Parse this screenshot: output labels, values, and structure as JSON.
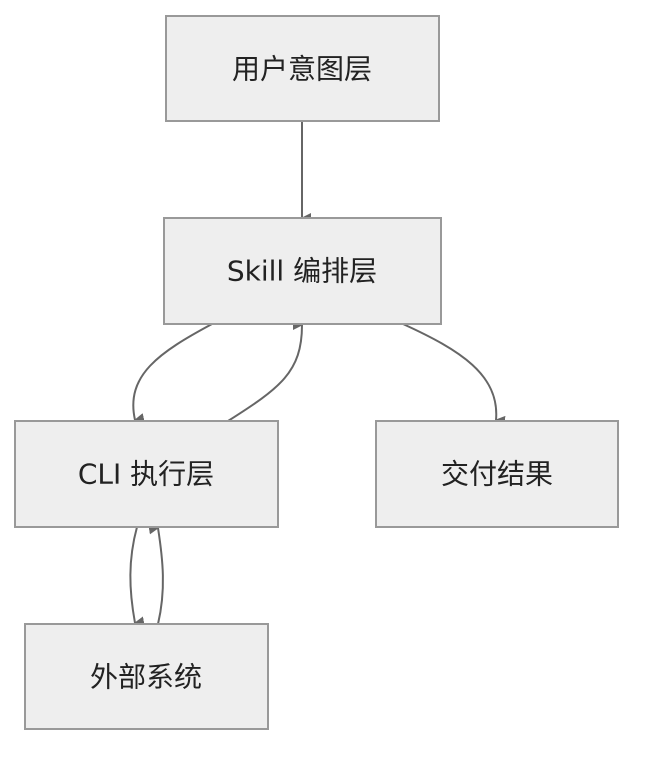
{
  "colors": {
    "node_fill": "#eeeeee",
    "node_border": "#999999",
    "edge": "#666666",
    "text": "#222222"
  },
  "nodes": {
    "user_intent": {
      "label": "用户意图层"
    },
    "skill_orchestration": {
      "label": "Skill 编排层"
    },
    "cli_execution": {
      "label": "CLI 执行层"
    },
    "delivery_result": {
      "label": "交付结果"
    },
    "external_system": {
      "label": "外部系统"
    }
  },
  "edges": [
    {
      "from": "user_intent",
      "to": "skill_orchestration"
    },
    {
      "from": "skill_orchestration",
      "to": "cli_execution"
    },
    {
      "from": "cli_execution",
      "to": "skill_orchestration"
    },
    {
      "from": "skill_orchestration",
      "to": "delivery_result"
    },
    {
      "from": "cli_execution",
      "to": "external_system"
    },
    {
      "from": "external_system",
      "to": "cli_execution"
    }
  ]
}
